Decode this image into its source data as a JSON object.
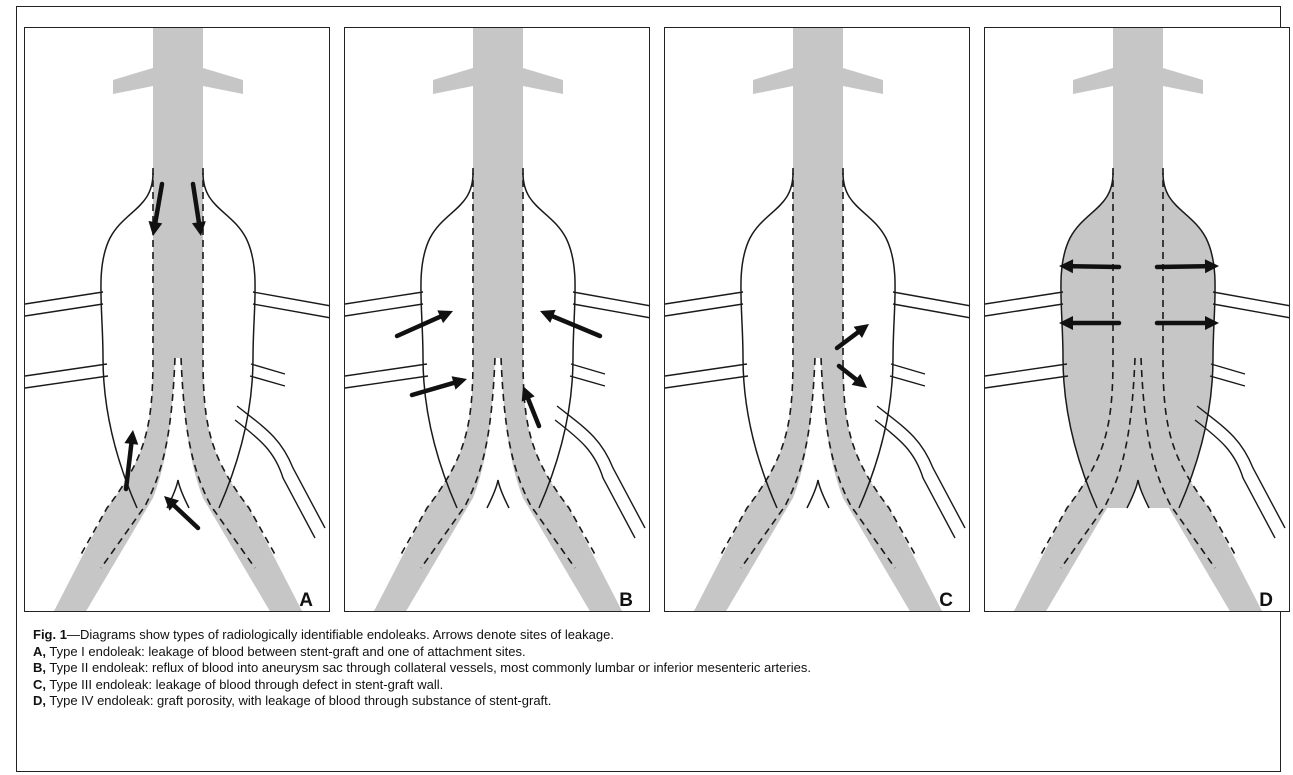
{
  "panels": [
    {
      "letter": "A",
      "sac_filled": false,
      "arrows": [
        {
          "from": [
            137,
            156
          ],
          "to": [
            128,
            208
          ]
        },
        {
          "from": [
            168,
            156
          ],
          "to": [
            176,
            208
          ]
        },
        {
          "from": [
            101,
            461
          ],
          "to": [
            108,
            402
          ]
        },
        {
          "from": [
            173,
            500
          ],
          "to": [
            139,
            468
          ]
        }
      ]
    },
    {
      "letter": "B",
      "sac_filled": false,
      "arrows": [
        {
          "from": [
            52,
            308
          ],
          "to": [
            108,
            283
          ]
        },
        {
          "from": [
            255,
            308
          ],
          "to": [
            195,
            283
          ]
        },
        {
          "from": [
            67,
            367
          ],
          "to": [
            122,
            351
          ]
        },
        {
          "from": [
            194,
            398
          ],
          "to": [
            178,
            358
          ]
        }
      ]
    },
    {
      "letter": "C",
      "sac_filled": false,
      "arrows": [
        {
          "from": [
            172,
            320
          ],
          "to": [
            204,
            296
          ]
        },
        {
          "from": [
            174,
            338
          ],
          "to": [
            202,
            360
          ]
        }
      ]
    },
    {
      "letter": "D",
      "sac_filled": true,
      "arrows": [
        {
          "from": [
            134,
            239
          ],
          "to": [
            74,
            238
          ]
        },
        {
          "from": [
            172,
            239
          ],
          "to": [
            234,
            238
          ]
        },
        {
          "from": [
            134,
            295
          ],
          "to": [
            74,
            295
          ]
        },
        {
          "from": [
            172,
            295
          ],
          "to": [
            234,
            295
          ]
        }
      ]
    }
  ],
  "caption": {
    "fig_label": "Fig. 1",
    "fig_text": "—Diagrams show types of radiologically identifiable endoleaks. Arrows denote sites of leakage.",
    "items": [
      {
        "letter": "A,",
        "text": " Type I endoleak: leakage of blood between stent-graft and one of attachment sites."
      },
      {
        "letter": "B,",
        "text": " Type II endoleak: reflux of blood into aneurysm sac through collateral vessels, most commonly lumbar or inferior mesenteric arteries."
      },
      {
        "letter": "C,",
        "text": " Type III endoleak: leakage of blood through defect in stent-graft wall."
      },
      {
        "letter": "D,",
        "text": " Type IV endoleak: graft porosity, with leakage of blood through substance of stent-graft."
      }
    ]
  },
  "colors": {
    "vessel": "#c6c6c6",
    "line": "#1a1a1a"
  }
}
